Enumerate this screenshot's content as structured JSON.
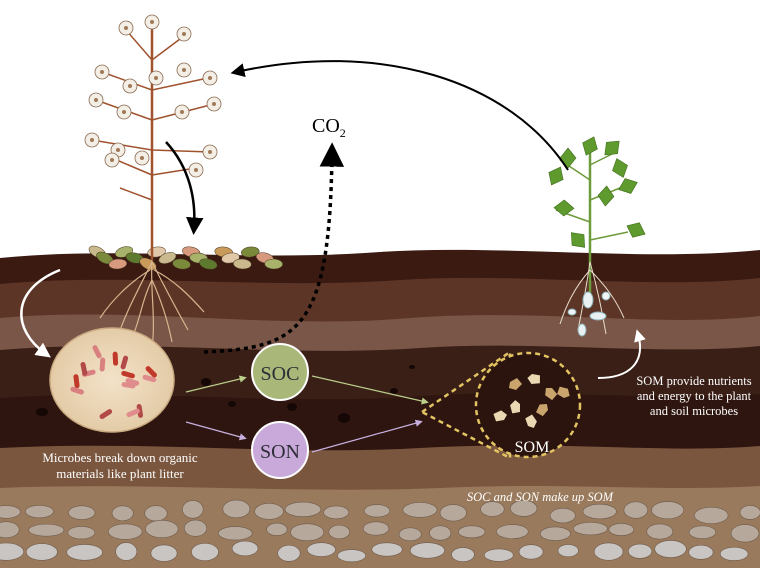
{
  "diagram": {
    "co2": {
      "base": "CO",
      "subscript": "2"
    },
    "nodes": {
      "soc": "SOC",
      "son": "SON",
      "som": "SOM"
    },
    "labels": {
      "microbes": "Microbes break down organic materials like plant litter",
      "som_provides": "SOM provide nutrients and energy to the plant and soil microbes",
      "make_up": "SOC and SON make up SOM"
    },
    "colors": {
      "soc_fill": "#a9b878",
      "son_fill": "#c9a9d9",
      "arrow_soc": "#bcd08c",
      "arrow_son": "#c7b0e0",
      "som_outline": "#e3c462",
      "sky": "#ffffff"
    }
  }
}
